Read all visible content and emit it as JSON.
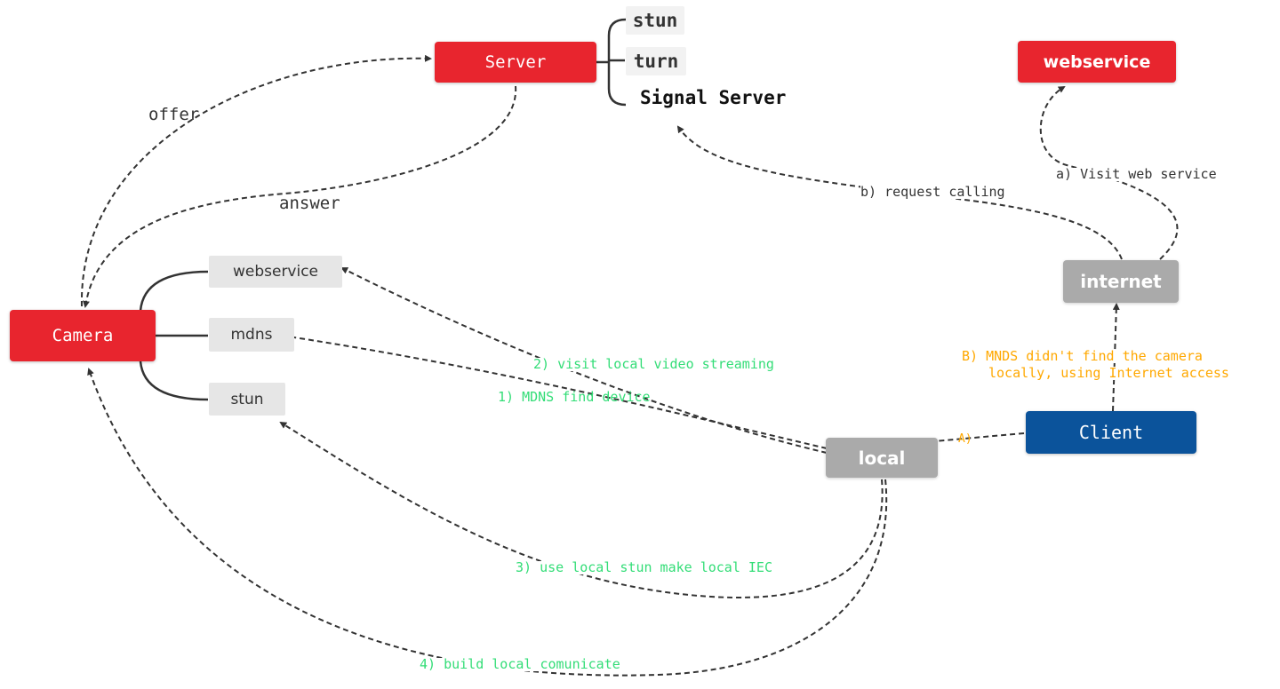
{
  "nodes": {
    "server": "Server",
    "webservice_remote": "webservice",
    "camera": "Camera",
    "webservice_local": "webservice",
    "mdns": "mdns",
    "stun_local": "stun",
    "internet": "internet",
    "local": "local",
    "client": "Client"
  },
  "server_components": {
    "stun": "stun",
    "turn": "turn",
    "signal": "Signal Server"
  },
  "edge_labels": {
    "offer": "offer",
    "answer": "answer",
    "request_calling": "b) request calling",
    "visit_web_service": "a) Visit web service",
    "visit_local_streaming": "2) visit local video streaming",
    "mdns_find": "1) MDNS find device",
    "mdns_fallback_line1": "B) MNDS didn't find the camera",
    "mdns_fallback_line2": "locally, using Internet access",
    "a_marker": "A)",
    "local_stun": "3) use local stun make local IEC",
    "build_local": "4) build local comunicate"
  },
  "colors": {
    "server_red": "#e8252e",
    "client_blue": "#0b539b",
    "node_gray": "#aaaaaa",
    "component_light": "#e6e6e6",
    "label_green": "#33dd77",
    "label_orange": "#ffa800"
  }
}
